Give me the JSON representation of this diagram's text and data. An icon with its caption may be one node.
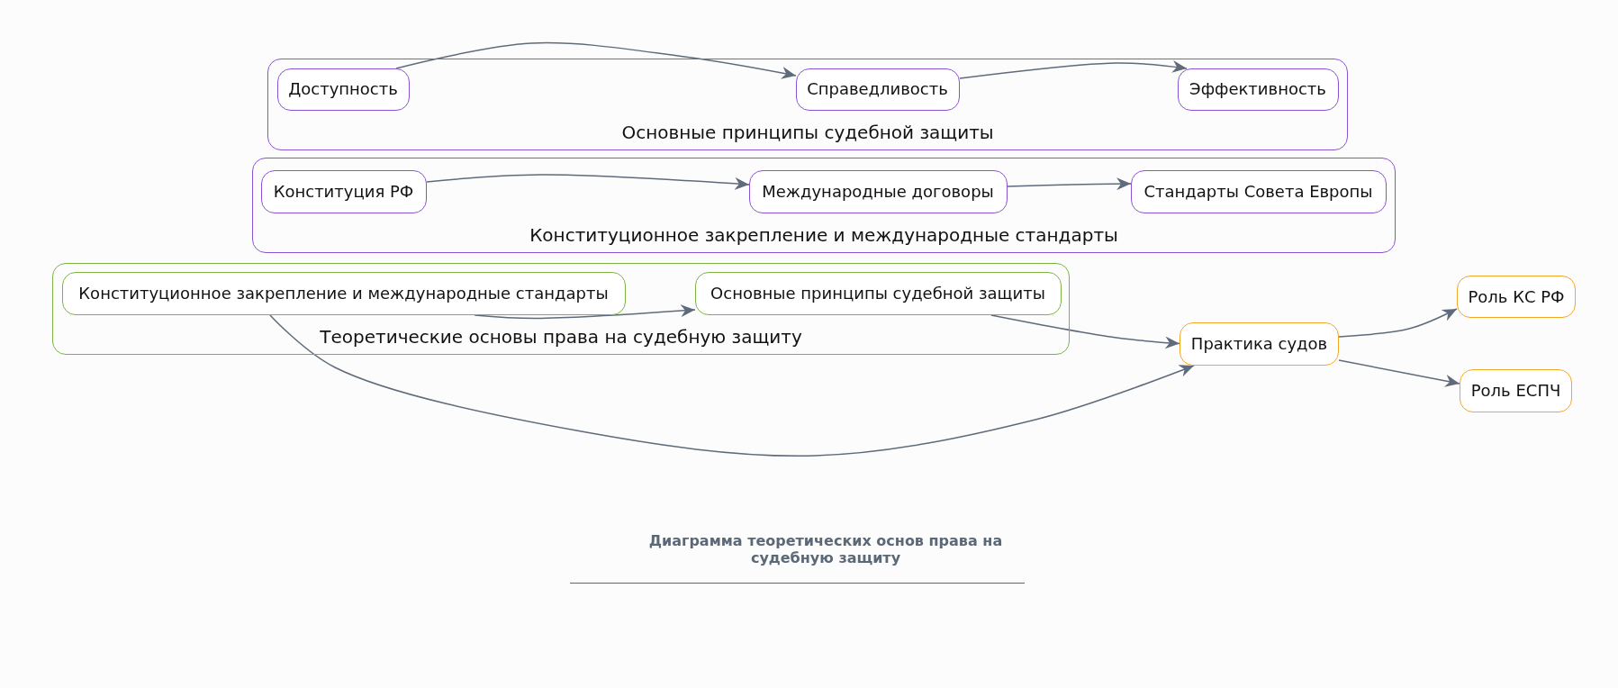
{
  "diagram": {
    "caption": "Диаграмма теоретических основ права на судебную защиту",
    "nodes": [
      {
        "text": [
          "Основные принципы судебной защиты"
        ]
      },
      {
        "text": [
          "Доступность"
        ],
        "in": 0
      },
      {
        "text": [
          "Справедливость"
        ],
        "in": 0
      },
      {
        "text": [
          "Эффективность"
        ],
        "in": 0
      },
      {
        "text": [
          "Конституционное закрепление и международные стандарты"
        ]
      },
      {
        "text": [
          "Конституция РФ"
        ],
        "in": 4
      },
      {
        "text": [
          "Международные договоры"
        ],
        "in": 4
      },
      {
        "text": [
          "Стандарты Совета Европы"
        ],
        "in": 4
      },
      {
        "text": [
          "Теоретические основы права на судебную защиту"
        ]
      },
      {
        "text": [
          "Конституционное закрепление и международные стандарты"
        ],
        "in": 8
      },
      {
        "text": [
          "Основные принципы судебной защиты"
        ],
        "in": 8
      },
      {
        "text": [
          "Практика судов"
        ]
      },
      {
        "text": [
          "Роль КС РФ"
        ]
      },
      {
        "text": [
          "Роль ЕСПЧ"
        ]
      }
    ],
    "edges": [
      {
        "from": 1,
        "to": 2,
        "arrow": "to"
      },
      {
        "from": 2,
        "to": 3,
        "arrow": "to"
      },
      {
        "from": 5,
        "to": 6,
        "arrow": "to"
      },
      {
        "from": 6,
        "to": 7,
        "arrow": "to"
      },
      {
        "from": 9,
        "to": 10,
        "arrow": "to"
      },
      {
        "from": 10,
        "to": 11,
        "arrow": "to"
      },
      {
        "from": 9,
        "to": 11,
        "arrow": "to"
      },
      {
        "from": 11,
        "to": 12,
        "arrow": "to"
      },
      {
        "from": 11,
        "to": 13,
        "arrow": "to"
      }
    ]
  }
}
